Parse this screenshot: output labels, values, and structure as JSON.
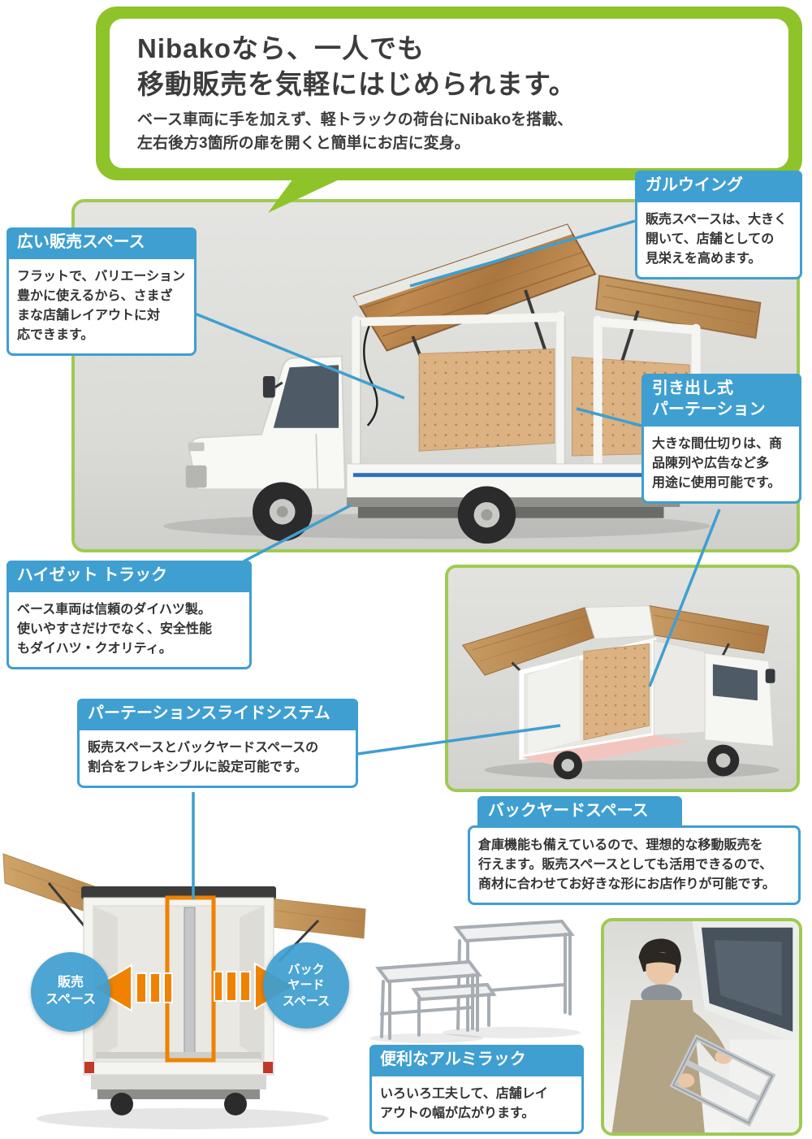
{
  "hero": {
    "title": "Nibakoなら、一人でも\n移動販売を気軽にはじめられます。",
    "description": "ベース車両に手を加えず、軽トラックの荷台にNibakoを搭載、\n左右後方3箇所の扉を開くと簡単にお店に変身。"
  },
  "callouts": {
    "gullwing": {
      "title": "ガルウイング",
      "body": "販売スペースは、大きく\n開いて、店舗としての\n見栄えを高めます。"
    },
    "sales_space": {
      "title": "広い販売スペース",
      "body": "フラットで、バリエーション\n豊かに使えるから、さまざ\nまな店舗レイアウトに対\n応できます。"
    },
    "partition": {
      "title": "引き出し式\nパーテーション",
      "body": "大きな間仕切りは、商\n品陳列や広告など多\n用途に使用可能です。"
    },
    "hijet": {
      "title": "ハイゼット トラック",
      "body": "ベース車両は信頼のダイハツ製。\n使いやすさだけでなく、安全性能\nもダイハツ・クオリティ。"
    },
    "slide_system": {
      "title": "パーテーションスライドシステム",
      "body": "販売スペースとバックヤードスペースの\n割合をフレキシブルに設定可能です。"
    },
    "backyard": {
      "title": "バックヤードスペース",
      "body": "倉庫機能も備えているので、理想的な移動販売を\n行えます。販売スペースとしても活用できるので、\n商材に合わせてお好きな形にお店作りが可能です。"
    },
    "rack": {
      "title": "便利なアルミラック",
      "body": "いろいろ工夫して、店舗レイ\nアウトの幅が広がります。"
    }
  },
  "diagram_labels": {
    "sales_space_badge": "販売\nスペース",
    "backyard_badge": "バック\nヤード\nスペース"
  },
  "colors": {
    "brand_green": "#8fc32a",
    "frame_green": "#9fca52",
    "accent_blue": "#3f9fd0",
    "arrow_orange": "#ef8200"
  }
}
